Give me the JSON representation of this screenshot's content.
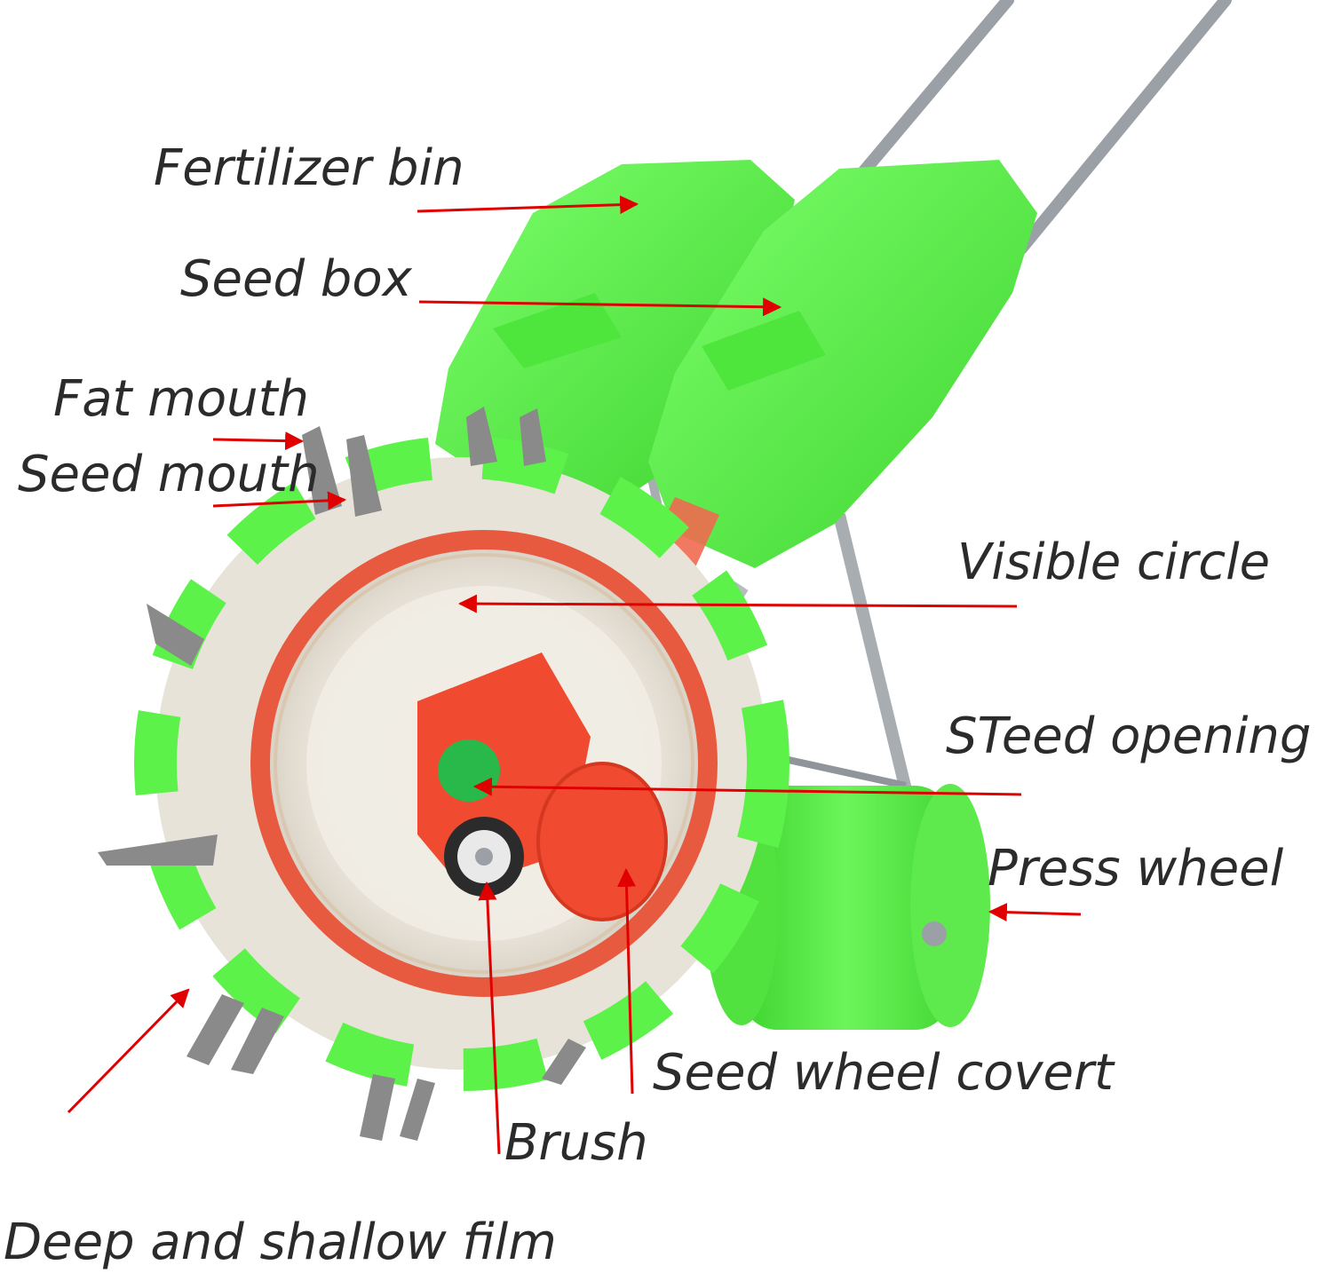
{
  "labels": {
    "fertilizer_bin": "Fertilizer bin",
    "seed_box": "Seed box",
    "fat_mouth": "Fat mouth",
    "seed_mouth": "Seed mouth",
    "visible_circle": "Visible circle",
    "steed_opening": "STeed opening",
    "press_wheel": "Press wheel",
    "seed_wheel_covert": "Seed wheel covert",
    "brush": "Brush",
    "deep_and_shallow_film": "Deep and shallow film"
  },
  "colors": {
    "arrow": "#e00000",
    "machine_green": "#5cf24a",
    "machine_red": "#f04a30",
    "shaft_gray": "#9aa0a6",
    "text": "#2b2b2b"
  }
}
